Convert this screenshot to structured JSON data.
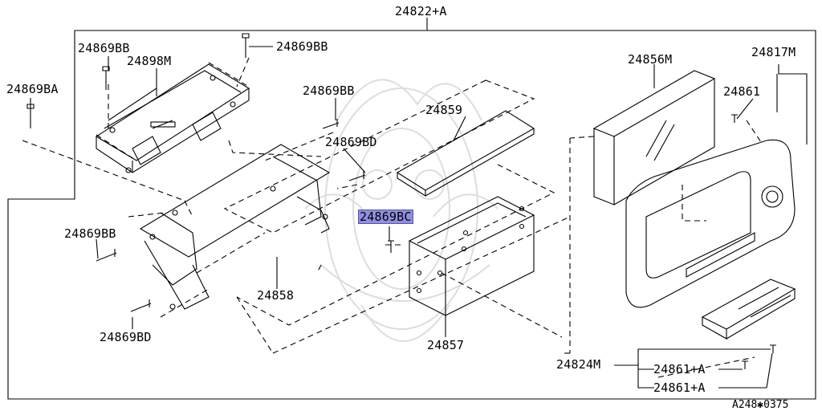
{
  "diagram": {
    "code": "A248✱0375",
    "labels": {
      "p24822A": "24822+A",
      "p24869BB_1": "24869BB",
      "p24898M": "24898M",
      "p24869BB_2": "24869BB",
      "p24869BA": "24869BA",
      "p24869BB_3": "24869BB",
      "p24859": "24859",
      "p24869BD_1": "24869BD",
      "p24869BC": "24869BC",
      "p24869BB_4": "24869BB",
      "p24858": "24858",
      "p24869BD_2": "24869BD",
      "p24857": "24857",
      "p24856M": "24856M",
      "p24817M": "24817M",
      "p24861": "24861",
      "p24824M": "24824M",
      "p24861A_1": "24861+A",
      "p24861A_2": "24861+A"
    }
  },
  "colors": {
    "line": "#000000",
    "highlight": "#8f8fe0",
    "watermark": "#d9d9d9"
  }
}
